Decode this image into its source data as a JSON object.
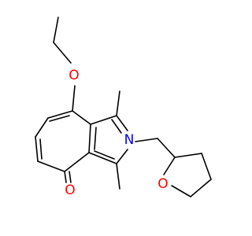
{
  "molecule": {
    "colors": {
      "bond": "#000000",
      "oxygen": "#ff0000",
      "nitrogen": "#0000ff",
      "background": "#ffffff"
    },
    "atoms": {
      "ether_oxygen": "O",
      "ring_nitrogen": "N",
      "thf_oxygen": "O",
      "ketone_oxygen": "O"
    }
  }
}
